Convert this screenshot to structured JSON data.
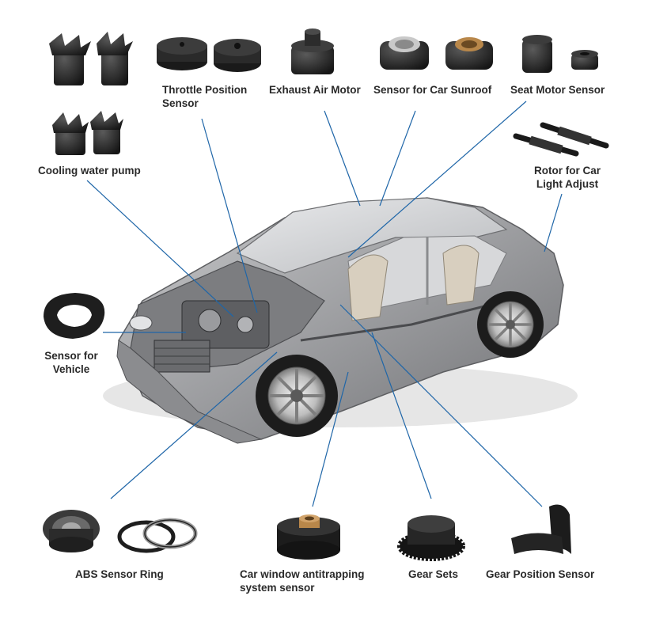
{
  "labels": {
    "throttle": {
      "line1": "Throttle Position",
      "line2": "Sensor"
    },
    "exhaust": "Exhaust Air Motor",
    "sunroof": "Sensor for Car Sunroof",
    "seat": "Seat Motor Sensor",
    "cooling": "Cooling water pump",
    "rotor": {
      "line1": "Rotor for Car",
      "line2": "Light Adjust"
    },
    "vehicle": {
      "line1": "Sensor for",
      "line2": "Vehicle"
    },
    "abs": "ABS Sensor Ring",
    "window": {
      "line1": "Car window antitrapping",
      "line2": "system sensor"
    },
    "gears": "Gear Sets",
    "gearpos": "Gear Position Sensor"
  },
  "colors": {
    "leader": "#1f66a8",
    "part_dark": "#232323",
    "part_mid": "#3a3a3a",
    "car_body": "#a9aaac",
    "brass": "#b8874a"
  }
}
